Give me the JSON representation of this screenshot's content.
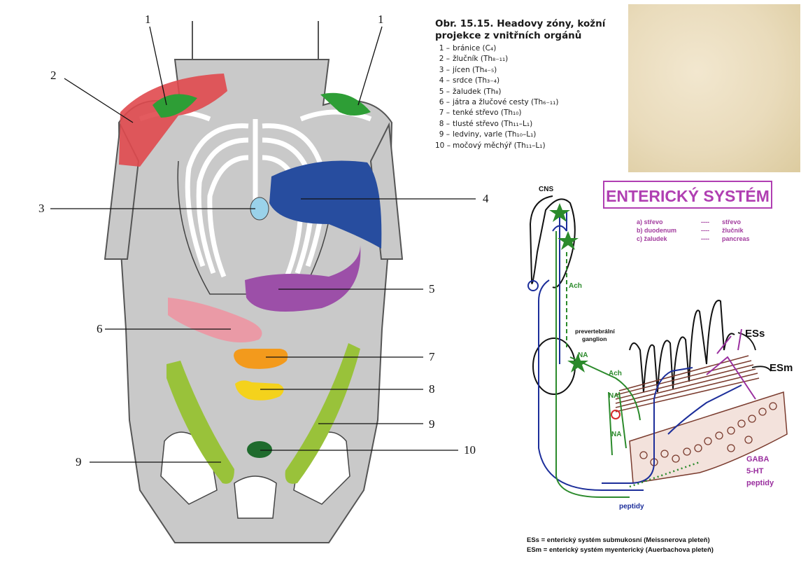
{
  "figure": {
    "caption_title_line1": "Obr. 15.15. Headovy zóny, kožní",
    "caption_title_line2": "projekce z vnitřních orgánů",
    "legend": [
      {
        "num": "1 –",
        "text": "bránice (C₄)"
      },
      {
        "num": "2 –",
        "text": "žlučník (Th₈₋₁₁)"
      },
      {
        "num": "3 –",
        "text": "jícen (Th₄₋₅)"
      },
      {
        "num": "4 –",
        "text": "srdce (Th₃₋₄)"
      },
      {
        "num": "5 –",
        "text": "žaludek (Th₈)"
      },
      {
        "num": "6 –",
        "text": "játra a žlučové cesty (Th₆₋₁₁)"
      },
      {
        "num": "7 –",
        "text": "tenké střevo (Th₁₀)"
      },
      {
        "num": "8 –",
        "text": "tlusté střevo (Th₁₁–L₁)"
      },
      {
        "num": "9 –",
        "text": "ledviny, varle (Th₁₀–L₁)"
      },
      {
        "num": "10 –",
        "text": "močový měchýř (Th₁₁–L₁)"
      }
    ],
    "leader_labels": {
      "l1a": "1",
      "l1b": "1",
      "l2": "2",
      "l3": "3",
      "l4": "4",
      "l5": "5",
      "l6": "6",
      "l7": "7",
      "l8": "8",
      "l9a": "9",
      "l9b": "9",
      "l10": "10"
    },
    "zone_colors": {
      "skin": "#c9c9c9",
      "diaphragm": "#2e9e36",
      "gallbladder": "#e0494e",
      "esophagus": "#9ad2ea",
      "heart": "#274d9f",
      "stomach": "#9c4fa8",
      "liver": "#ea9aa6",
      "small_intestine": "#f39a1c",
      "large_intestine": "#f4d21c",
      "kidney": "#99c23a",
      "bladder": "#1f6b2d"
    }
  },
  "enteric": {
    "title": "ENTERICKÝ SYSTÉM",
    "pairs": [
      {
        "a": "a)  střevo",
        "sep": "----",
        "b": "střevo"
      },
      {
        "a": "b)  duodenum",
        "sep": "----",
        "b": "žlučník"
      },
      {
        "a": "c)  žaludek",
        "sep": "----",
        "b": "pancreas"
      }
    ],
    "labels": {
      "cns": "CNS",
      "ach1": "Ach",
      "prevert1": "prevertebrální",
      "prevert2": "ganglion",
      "na1": "NA",
      "ach2": "Ach",
      "na2": "NA",
      "na3": "NA",
      "ess": "ESs",
      "esm": "ESm",
      "gaba": "GABA",
      "ht5": "5-HT",
      "peptidy_r": "peptidy",
      "peptidy_b": "peptidy"
    },
    "footnote1": "ESs  = enterický systém submukosní (Meissnerova pleteň)",
    "footnote2": "ESm = enterický systém myenterický (Auerbachova pleteň)",
    "colors": {
      "green": "#2b8a2b",
      "blue": "#1c2e9a",
      "purple": "#9a2f9f",
      "brown": "#7a3b2e",
      "title": "#b03fb2"
    }
  }
}
